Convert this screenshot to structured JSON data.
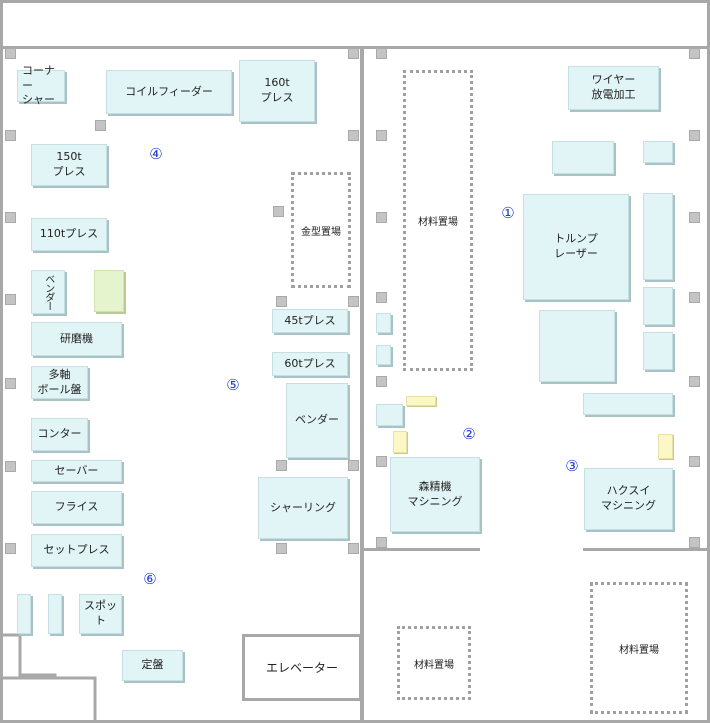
{
  "machines": {
    "corner_shear": "コーナー\nシャー",
    "coil_feeder": "コイルフィーダー",
    "press_160t": "160t\nプレス",
    "press_150t": "150t\nプレス",
    "press_110t": "110tプレス",
    "bender_small": "ベンダー",
    "grinder": "研磨機",
    "multi_axis_drill": "多軸\nボール盤",
    "contour": "コンター",
    "saver": "セーバー",
    "milling": "フライス",
    "set_press": "セットプレス",
    "spot": "スポット",
    "surface_plate": "定盤",
    "press_45t": "45tプレス",
    "press_60t": "60tプレス",
    "bender": "ベンダー",
    "shearing": "シャーリング",
    "morisei_machining": "森精機\nマシニング",
    "wire_edm": "ワイヤー\n放電加工",
    "trumpf_laser": "トルンプ\nレーザー",
    "haxei_machining": "ハクスイ\nマシニング"
  },
  "storage": {
    "die_storage": "金型置場",
    "material_center": "材料置場",
    "material_bottom": "材料置場",
    "material_right": "材料置場"
  },
  "facilities": {
    "elevator": "エレベーター"
  },
  "zones": {
    "z1": "①",
    "z2": "②",
    "z3": "③",
    "z4": "④",
    "z5": "⑤",
    "z6": "⑥"
  },
  "colors": {
    "machine": "#e1f4f6",
    "wall": "#a8a8a8",
    "zone_number": "#1f3ec9",
    "highlight_green": "#e5f4cc",
    "highlight_yellow": "#fbf8c6"
  }
}
